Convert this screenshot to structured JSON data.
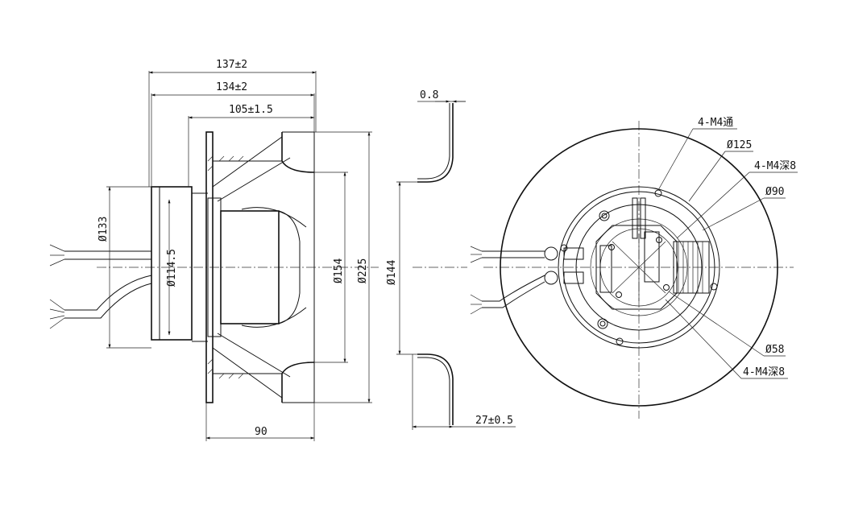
{
  "side_view": {
    "dim_overall": "137±2",
    "dim_body": "134±2",
    "dim_impeller": "105±1.5",
    "dim_depth": "90",
    "dia_motor": "Ø133",
    "dia_hub": "Ø114.5",
    "dia_outlet": "Ø154",
    "dia_impeller": "Ø225"
  },
  "section_view": {
    "dim_thickness": "0.8",
    "dia_inlet": "Ø144",
    "dim_depth": "27±0.5"
  },
  "front_view": {
    "callouts": [
      "4-M4通",
      "Ø125",
      "4-M4深8",
      "Ø90",
      "Ø58",
      "4-M4深8"
    ]
  }
}
